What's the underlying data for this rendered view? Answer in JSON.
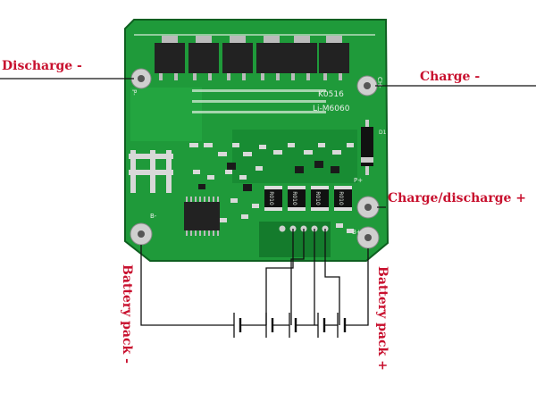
{
  "labels": {
    "discharge_minus": "Discharge -",
    "charge_minus": "Charge -",
    "charge_discharge_plus": "Charge/discharge +",
    "battery_pack_minus": "Battery pack -",
    "battery_pack_plus": "Battery pack +"
  },
  "board_marking": {
    "line1": "K0516",
    "line2": "Li-M6060",
    "ch_minus": "CH-",
    "p_minus": "P-",
    "p_plus": "P+",
    "b_minus": "B-",
    "b_plus": "B+",
    "d1": "D1"
  },
  "resistor_marks": [
    "R010",
    "R010",
    "R010",
    "R010"
  ],
  "colors": {
    "label_red": "#c8102e",
    "pcb_green": "#1f9a3a",
    "pcb_dark": "#137a2b",
    "pad_silver": "#cfcfcf",
    "mosfet_black": "#222222",
    "wire_black": "#111111"
  }
}
